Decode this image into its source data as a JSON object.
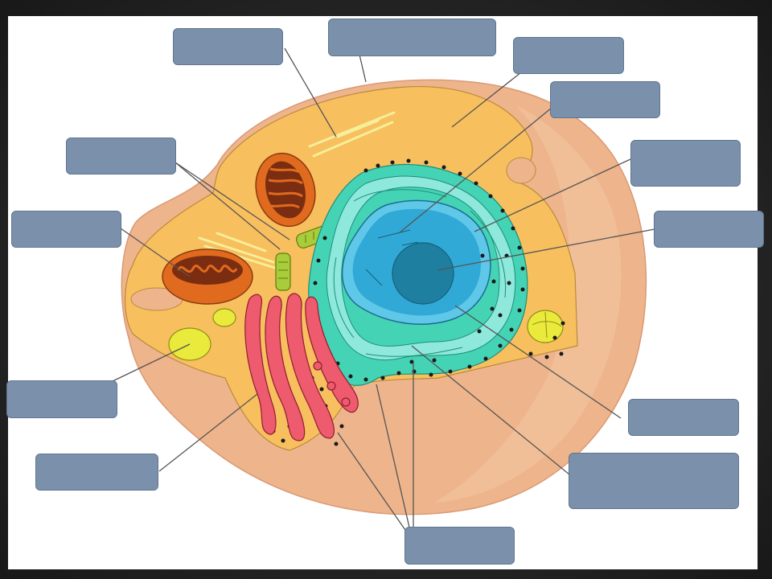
{
  "colors": {
    "frame_dark": "#1e1e1e",
    "panel": "#ffffff",
    "cell_outer": "#eeb48c",
    "cytoplasm": "#f8bf5e",
    "er_rough": "#45d3b6",
    "er_light": "#8ee8dc",
    "nucleus": "#31a9d6",
    "nucleolus": "#1e7fa0",
    "golgi": "#ee5a6e",
    "mitochondria": "#e06a1e",
    "vesicle": "#e9ea3c",
    "centriole": "#a9cc3a",
    "label_box": "#7b91ab",
    "leader_line": "#555555"
  },
  "labels": [
    {
      "id": "l1",
      "text": ""
    },
    {
      "id": "l2",
      "text": ""
    },
    {
      "id": "l3",
      "text": ""
    },
    {
      "id": "l4",
      "text": ""
    },
    {
      "id": "l5",
      "text": ""
    },
    {
      "id": "l6",
      "text": ""
    },
    {
      "id": "l7",
      "text": ""
    },
    {
      "id": "l8",
      "text": ""
    },
    {
      "id": "l9",
      "text": ""
    },
    {
      "id": "l10",
      "text": ""
    },
    {
      "id": "l11",
      "text": ""
    },
    {
      "id": "l12",
      "text": ""
    },
    {
      "id": "l13",
      "text": ""
    }
  ]
}
